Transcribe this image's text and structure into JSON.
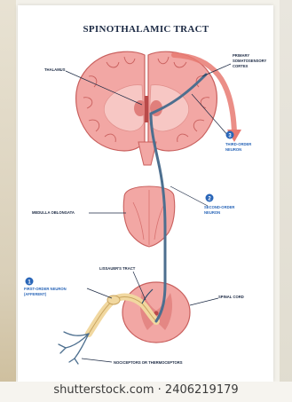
{
  "diagram": {
    "title": "SPINOTHALAMIC TRACT",
    "labels": {
      "thalamus": "THALAMUS",
      "cortex_line1": "PRIMARY",
      "cortex_line2": "SOMATOSENSORY",
      "cortex_line3": "CORTEX",
      "third_order_line1": "THIRD-ORDER",
      "third_order_line2": "NEURON",
      "second_order_line1": "SECOND-ORDER",
      "second_order_line2": "NEURON",
      "medulla": "MEDULLA OBLONGATA",
      "lissauer": "LISSAUER'S TRACT",
      "first_order_line1": "FIRST-ORDER NEURON",
      "first_order_line2": "(AFFERENT)",
      "spinal_cord": "SPINAL CORD",
      "receptors": "NOCICEPTORS OR THERMOCEPTORS"
    },
    "badges": {
      "first": "1",
      "second": "2",
      "third": "3"
    }
  },
  "watermark": "shutterstock.com · 2406219179",
  "colors": {
    "brain": "#f2a7a4",
    "brain_outline": "#c9605e",
    "brain_dark": "#e07f7c",
    "neuron": "#4d6f8f",
    "afferent": "#f1d8a0",
    "badge": "#2a66b8",
    "label": "#1c2a44",
    "arrow": "#e87a72"
  }
}
